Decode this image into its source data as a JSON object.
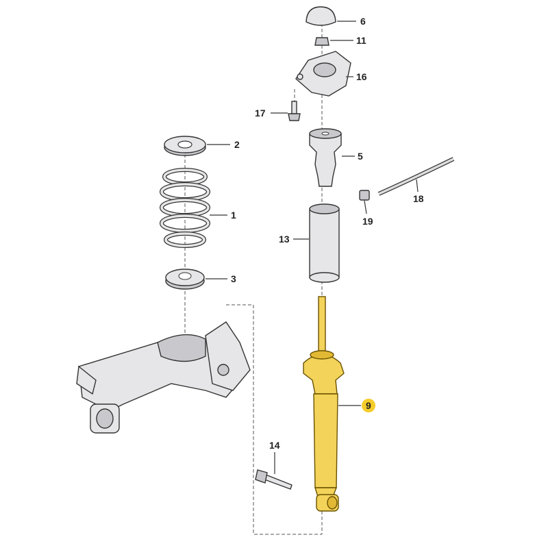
{
  "diagram": {
    "callouts": [
      {
        "id": "cap",
        "number": "6"
      },
      {
        "id": "nut",
        "number": "11"
      },
      {
        "id": "strut-mount",
        "number": "16"
      },
      {
        "id": "mount-bolt",
        "number": "17"
      },
      {
        "id": "upper-spring-seat",
        "number": "2"
      },
      {
        "id": "bump-stop",
        "number": "5"
      },
      {
        "id": "cable",
        "number": "18"
      },
      {
        "id": "clip",
        "number": "19"
      },
      {
        "id": "coil-spring",
        "number": "1"
      },
      {
        "id": "dust-cover",
        "number": "13"
      },
      {
        "id": "lower-spring-seat",
        "number": "3"
      },
      {
        "id": "shock-absorber",
        "number": "9",
        "highlighted": true
      },
      {
        "id": "lower-bolt",
        "number": "14"
      }
    ],
    "colors": {
      "highlight": "#f3d35a",
      "part": "#e6e6e8",
      "outline": "#333333"
    }
  }
}
